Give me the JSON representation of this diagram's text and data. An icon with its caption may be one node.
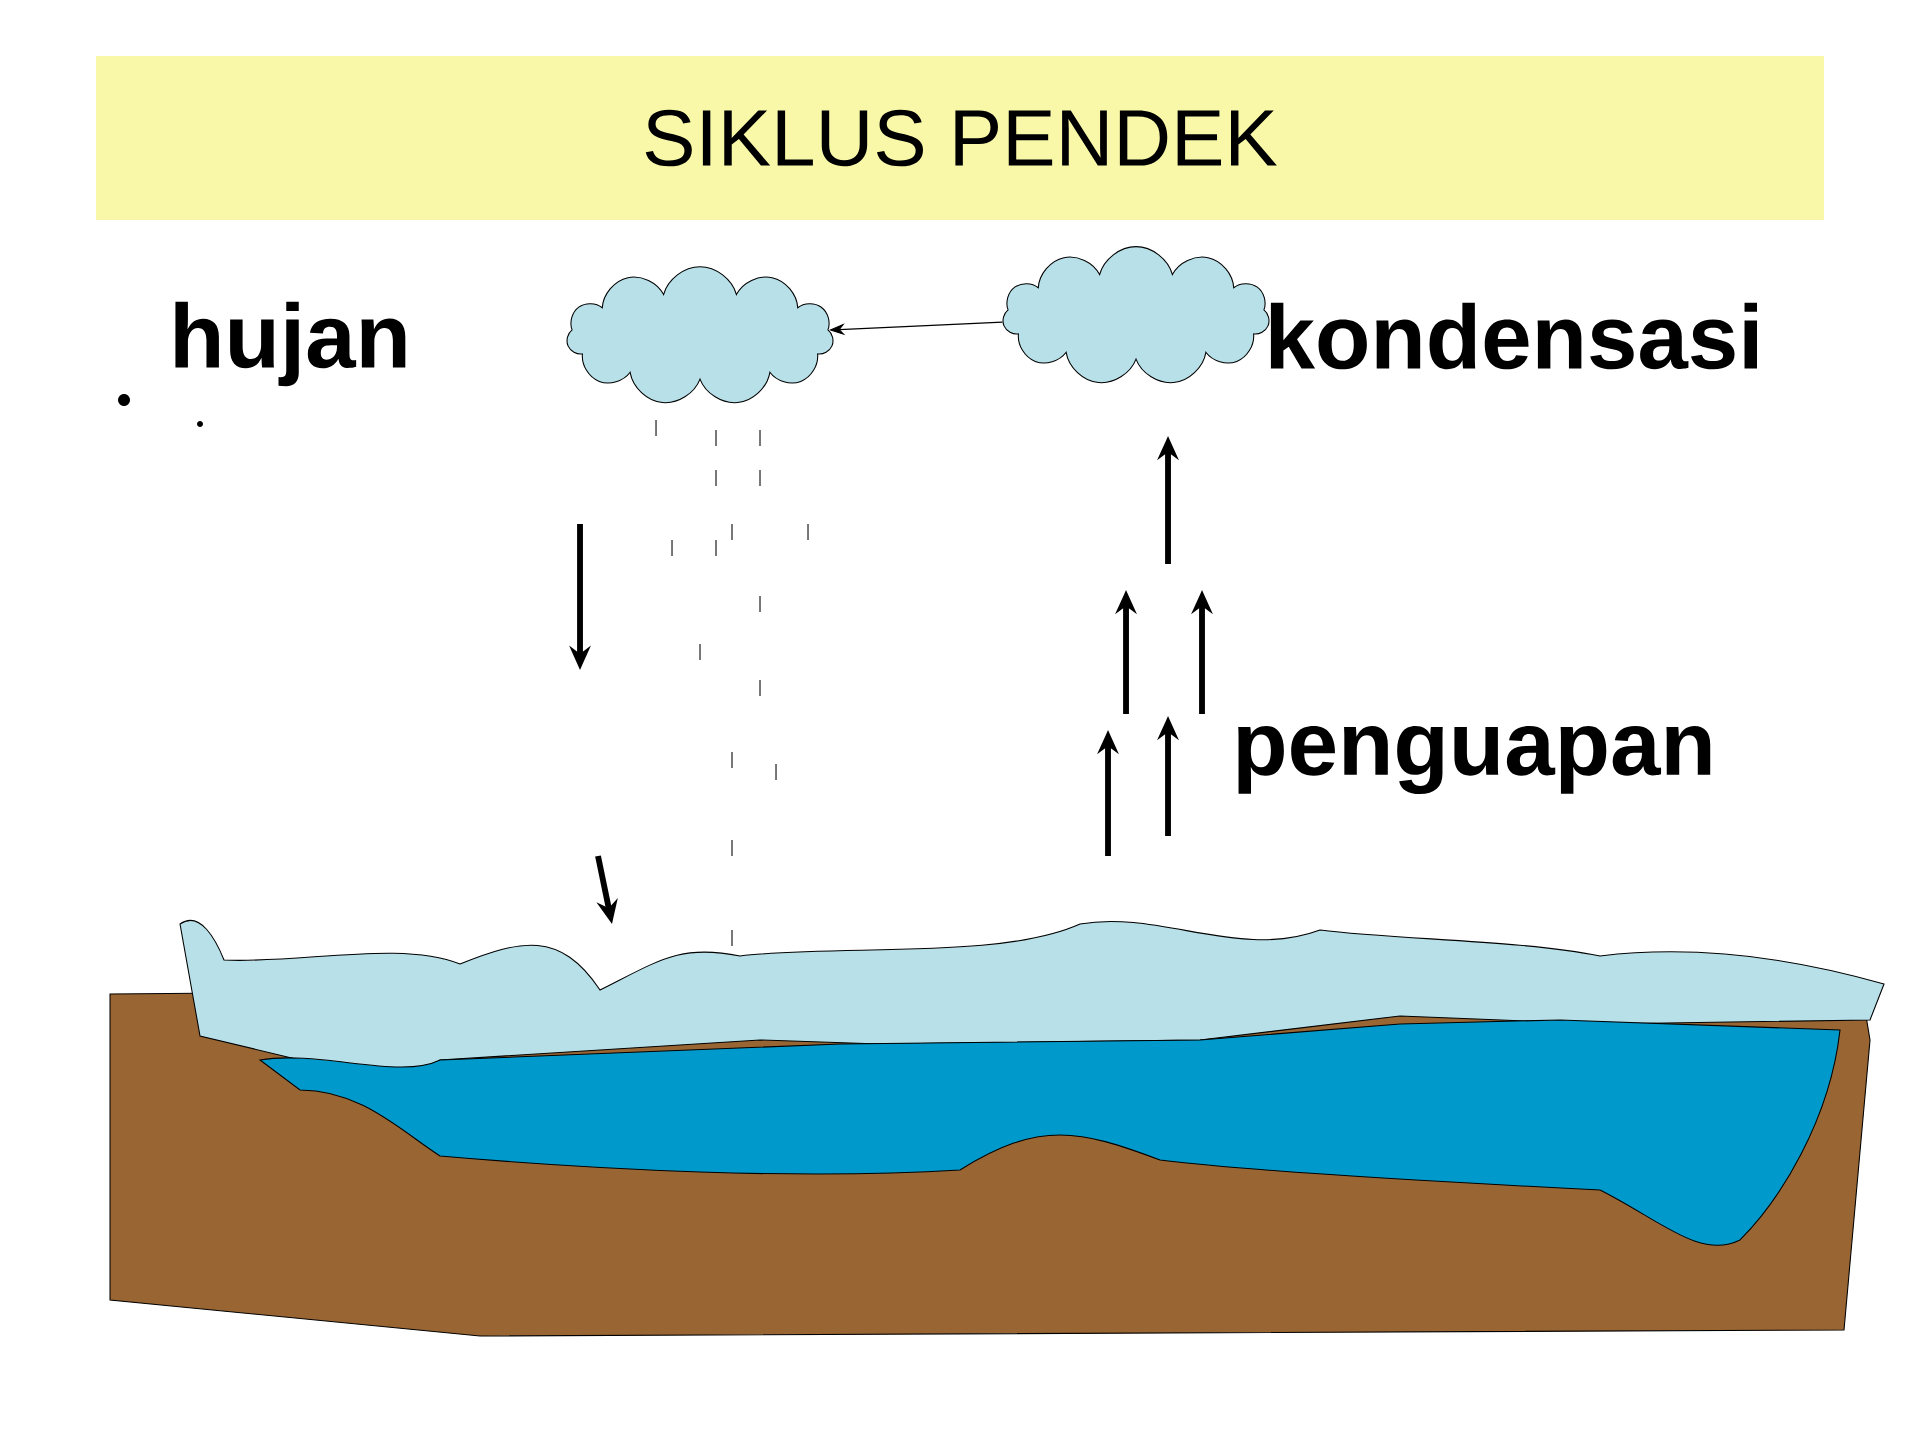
{
  "diagram": {
    "title": "SIKLUS PENDEK",
    "nodes": [
      {
        "text": [],
        "shape": "cloud"
      },
      {
        "text": [],
        "shape": "cloud"
      }
    ],
    "edges": [
      {
        "from": 1,
        "to": 0,
        "arrow": "to"
      }
    ],
    "labels": [
      "hujan",
      "kondensasi",
      "penguapan"
    ]
  }
}
